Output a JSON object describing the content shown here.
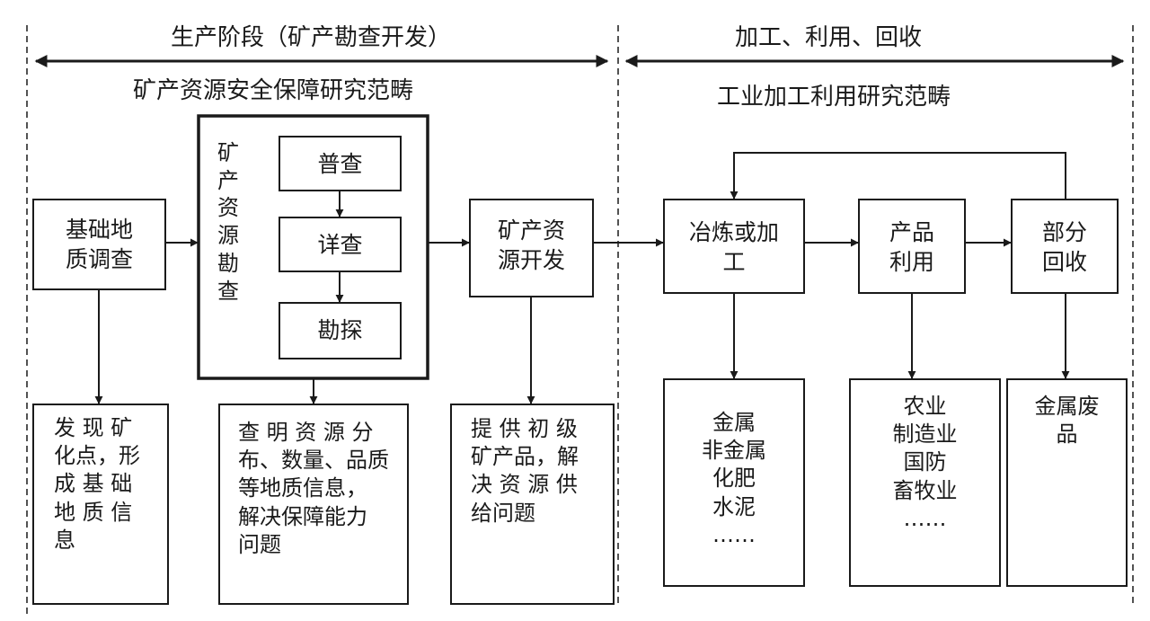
{
  "headers": {
    "production_stage": "生产阶段（矿产勘查开发）",
    "processing_stage": "加工、利用、回收",
    "security_scope": "矿产资源安全保障研究范畴",
    "industrial_scope": "工业加工利用研究范畴"
  },
  "nodes": {
    "basic_geology": "基础地\n质调查",
    "exploration_group": "矿\n产\n资\n源\n勘\n查",
    "survey_general": "普查",
    "survey_detailed": "详查",
    "survey_prospecting": "勘探",
    "development": "矿产资\n源开发",
    "smelting": "冶炼或加\n工",
    "product_use": "产品\n利用",
    "recovery": "部分\n回收"
  },
  "outcomes": {
    "basic_geology": "发 现 矿\n化点，形\n成 基 础\n地 质 信\n息",
    "exploration": "查 明 资 源 分\n布、数量、品质\n等地质信息，\n解决保障能力\n问题",
    "development": "提 供 初 级\n矿产品，解\n决 资 源 供\n给问题",
    "smelting": "金属\n非金属\n化肥\n水泥\n……",
    "product_use": "农业\n制造业\n国防\n畜牧业\n……",
    "recovery": "金属废\n品"
  }
}
